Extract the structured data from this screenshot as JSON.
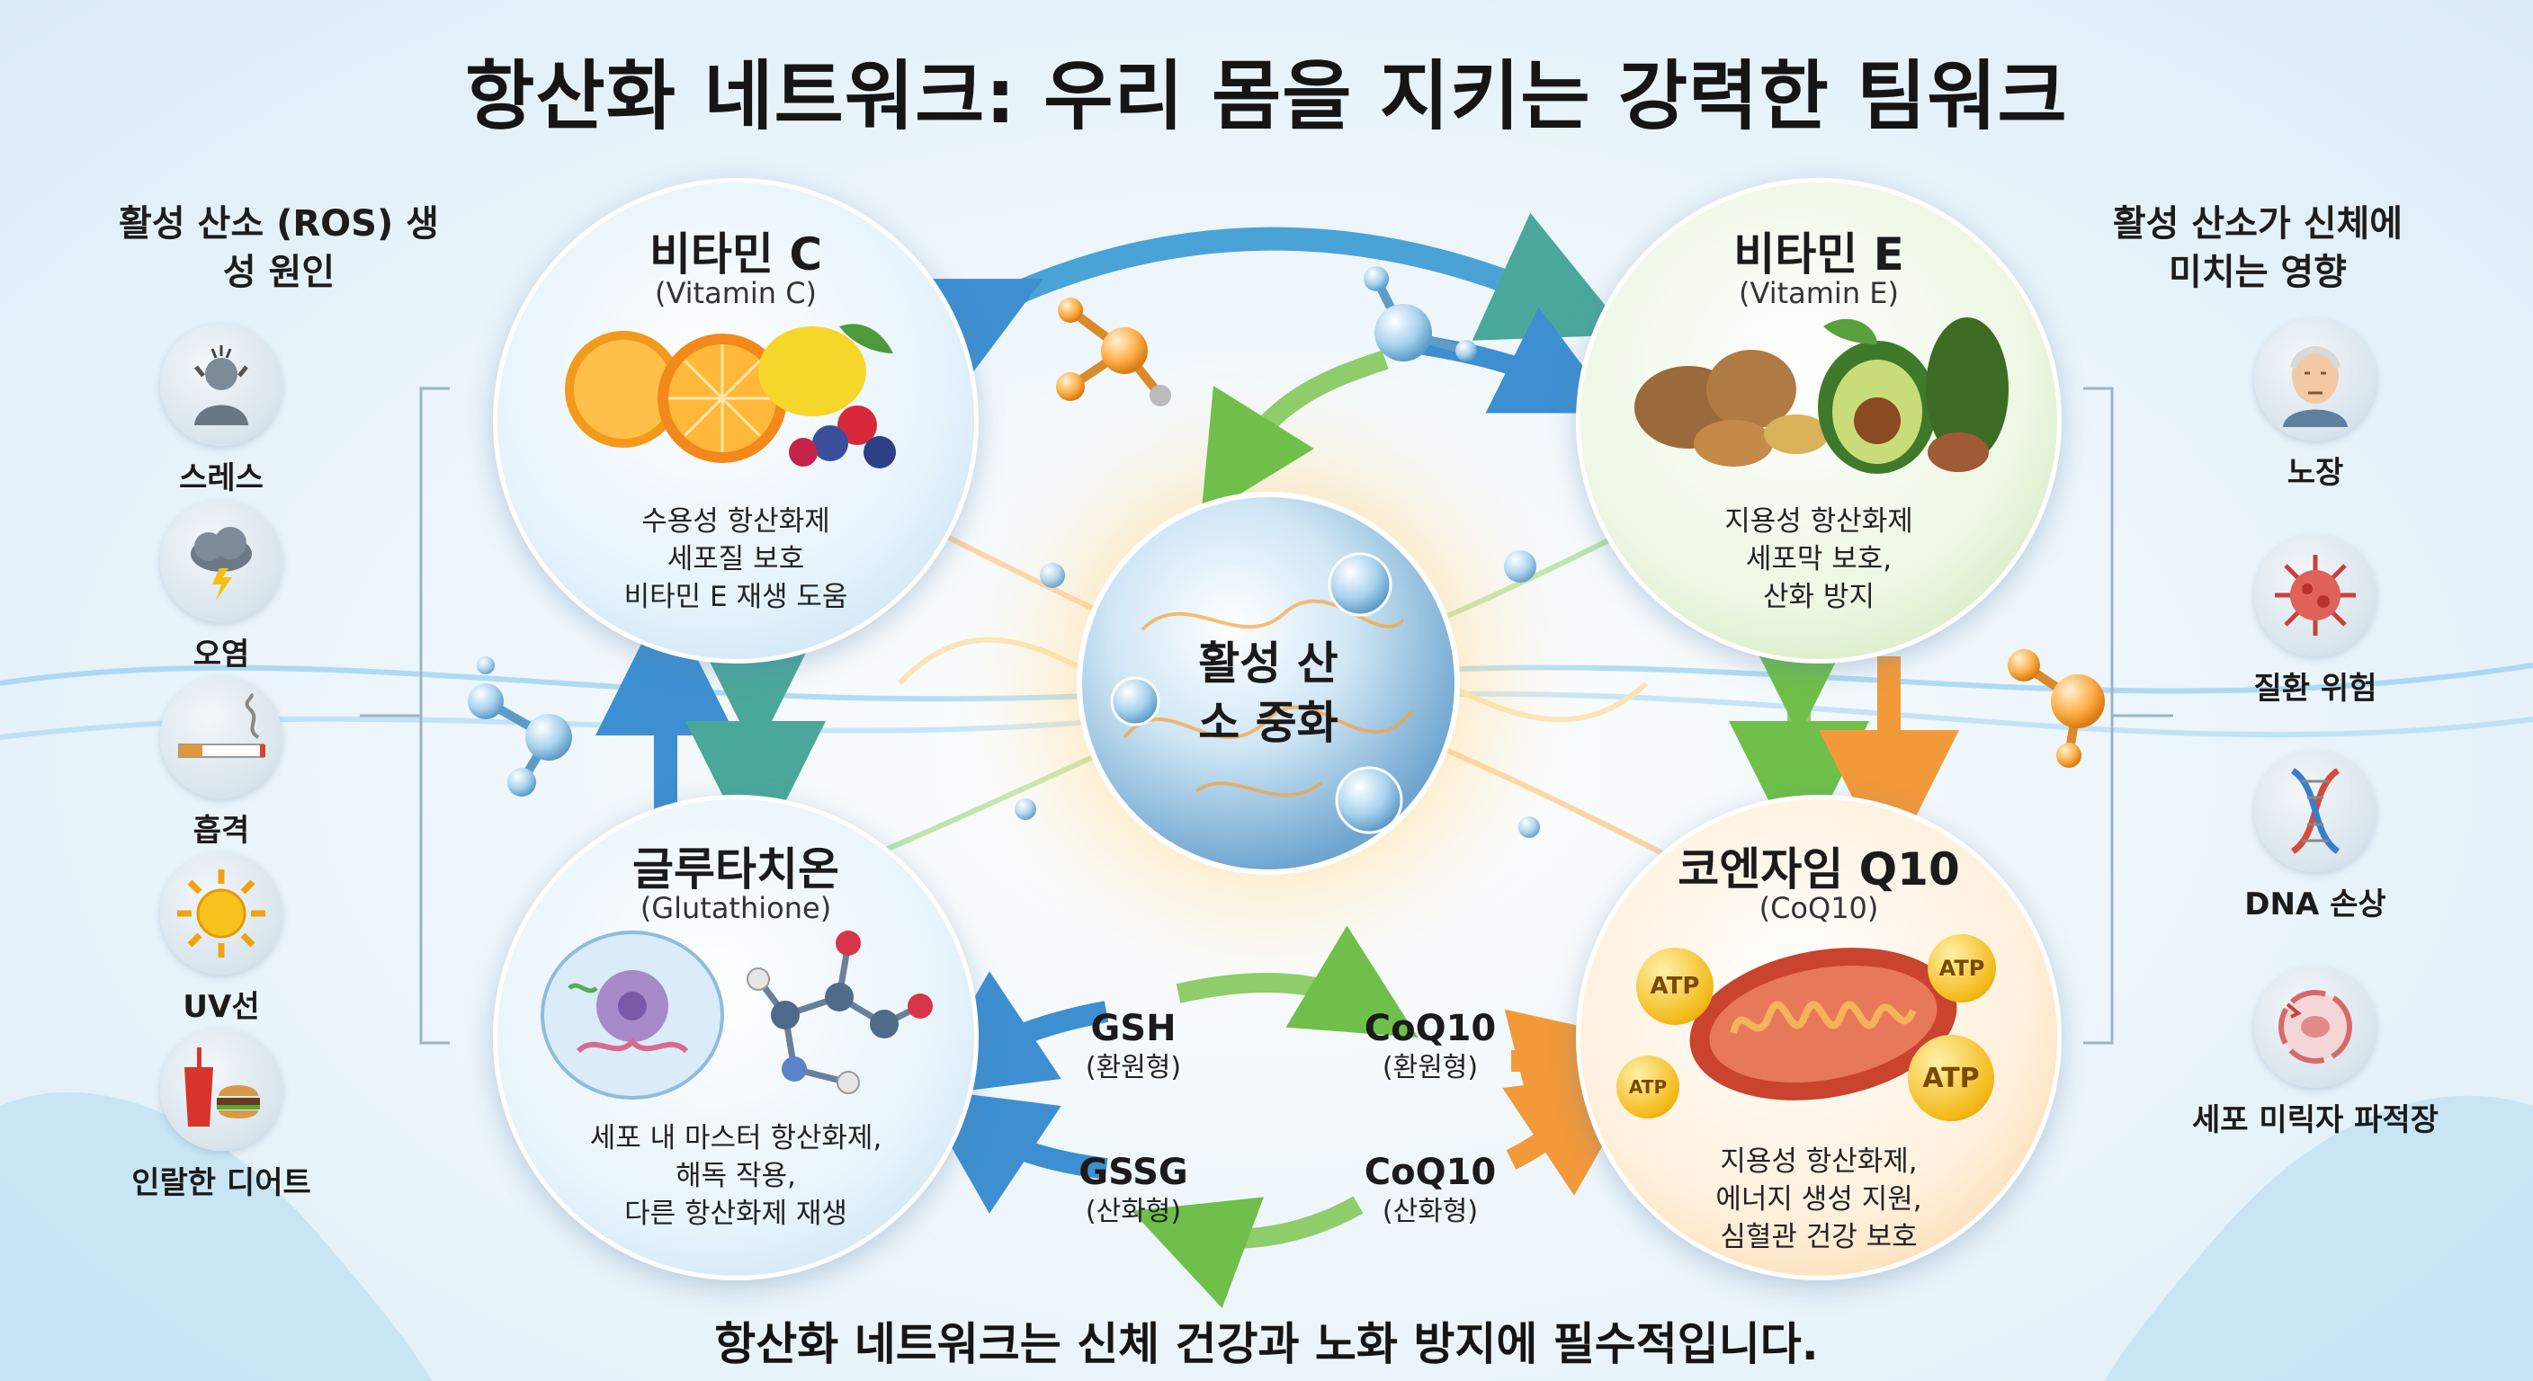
{
  "title": "항산화 네트워크: 우리 몸을 지키는 강력한 팀워크",
  "footer": "항산화 네트워크는 신체 건강과 노화 방지에 필수적입니다.",
  "left_panel": {
    "title": "활성 산소 (ROS) 생성 원인",
    "items": [
      {
        "label": "스레스",
        "icon": "stress-person-icon"
      },
      {
        "label": "오염",
        "icon": "storm-cloud-icon"
      },
      {
        "label": "흡격",
        "icon": "cigarette-icon"
      },
      {
        "label": "UV선",
        "icon": "sun-icon"
      },
      {
        "label": "인랄한 디어트",
        "icon": "fast-food-icon"
      }
    ]
  },
  "right_panel": {
    "title": "활성 산소가 신체에 미치는 영향",
    "items": [
      {
        "label": "노장",
        "icon": "elderly-face-icon"
      },
      {
        "label": "질환 위험",
        "icon": "virus-icon"
      },
      {
        "label": "DNA 손상",
        "icon": "dna-icon"
      },
      {
        "label": "세포 미릭자 파적장",
        "icon": "damaged-cell-icon"
      }
    ]
  },
  "center": {
    "label": "활성 산소 중화"
  },
  "nodes": {
    "vitamin_c": {
      "title": "비타민 C",
      "subtitle": "(Vitamin C)",
      "lines": [
        "수용성 항산화제",
        "세포질 보호",
        "비타민 E 재생 도움"
      ],
      "color": "#7fc0e6"
    },
    "vitamin_e": {
      "title": "비타민 E",
      "subtitle": "(Vitamin E)",
      "lines": [
        "지용성 항산화제",
        "세포막 보호,",
        "산화 방지"
      ],
      "color": "#9ccc6a"
    },
    "glutathione": {
      "title": "글루타치온",
      "subtitle": "(Glutathione)",
      "lines": [
        "세포 내 마스터 항산화제,",
        "해독 작용,",
        "다른 항산화제 재생"
      ],
      "color": "#8cc3e8"
    },
    "coq10": {
      "title": "코엔자임 Q10",
      "subtitle": "(CoQ10)",
      "lines": [
        "지용성 항산화제,",
        "에너지 생성 지원,",
        "심혈관 건강 보호"
      ],
      "color": "#f5b25c"
    }
  },
  "cycle": {
    "gsh": {
      "name": "GSH",
      "state": "(환원형)"
    },
    "gssg": {
      "name": "GSSG",
      "state": "(산화형)"
    },
    "coq10_reduced": {
      "name": "CoQ10",
      "state": "(환원형)"
    },
    "coq10_oxidized": {
      "name": "CoQ10",
      "state": "(산화형)"
    }
  },
  "atp_badges": [
    "ATP",
    "ATP",
    "ATP",
    "ATP"
  ]
}
